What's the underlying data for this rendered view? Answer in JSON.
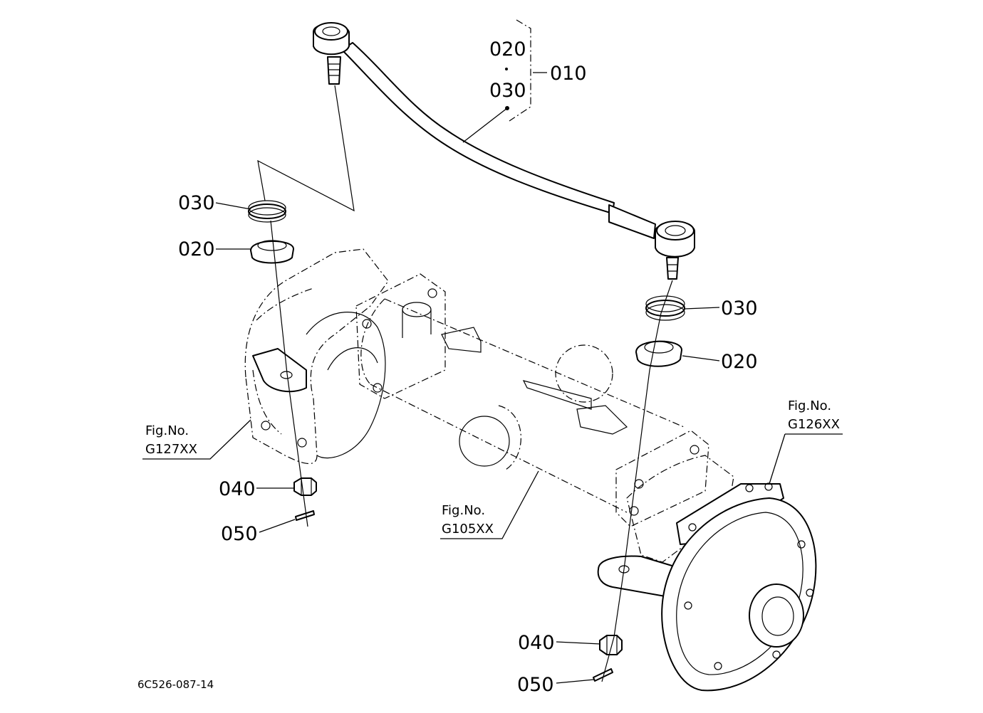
{
  "labels": {
    "p020_top": "020",
    "p030_top": "030",
    "p010": "010",
    "p030_left": "030",
    "p020_left": "020",
    "p030_right": "030",
    "p020_right": "020",
    "p040_left": "040",
    "p050_left": "050",
    "p040_right": "040",
    "p050_right": "050"
  },
  "figure_refs": {
    "left": {
      "line1": "Fig.No.",
      "line2": "G127XX"
    },
    "center": {
      "line1": "Fig.No.",
      "line2": "G105XX"
    },
    "right": {
      "line1": "Fig.No.",
      "line2": "G126XX"
    }
  },
  "diagram_code": "6C526-087-14"
}
